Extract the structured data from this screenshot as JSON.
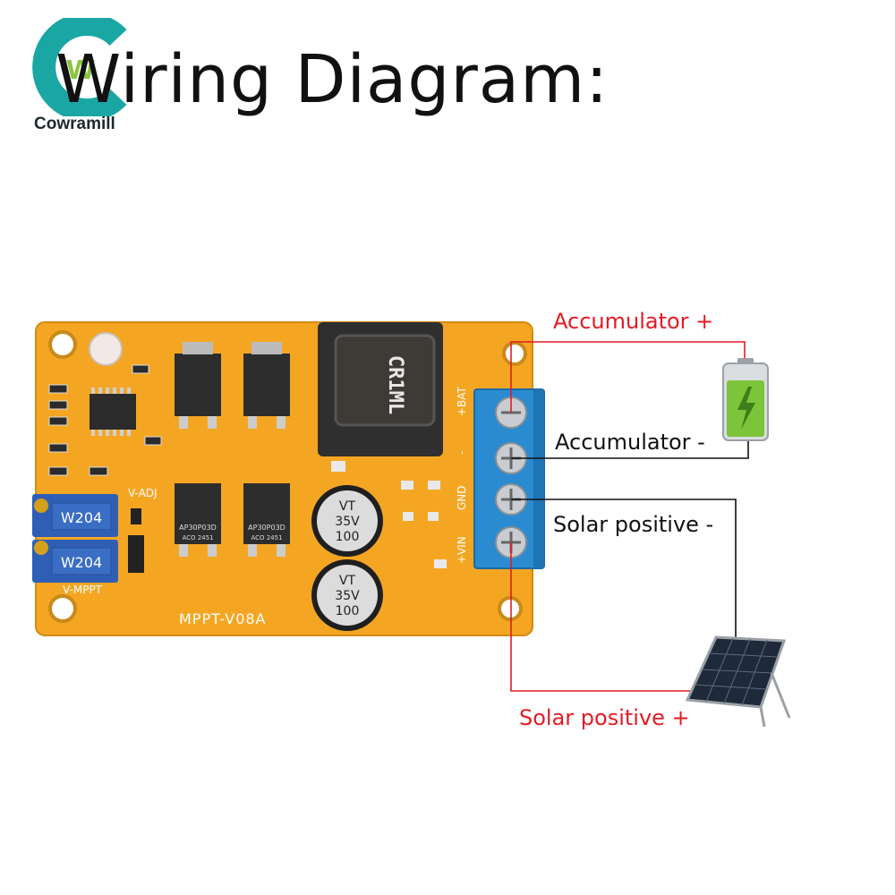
{
  "header": {
    "title": "Wiring Diagram:",
    "brand": "Cowramill",
    "logo_letter": "w"
  },
  "board": {
    "model": "MPPT-V08A",
    "pot_label": "W204",
    "v_adj": "V-ADJ",
    "v_mppt": "V-MPPT",
    "inductor_text": "CR1ML",
    "mosfet_text": "AP30P03D",
    "mosfet_code": "ACO 2451",
    "cap_text_1": "100",
    "cap_text_2": "35V",
    "cap_text_3": "VT"
  },
  "terminals": [
    "+BAT",
    "-",
    "GND",
    "+VIN"
  ],
  "labels": {
    "acc_pos": "Accumulator +",
    "acc_neg": "Accumulator -",
    "solar_neg": "Solar positive -",
    "solar_pos": "Solar positive +"
  },
  "colors": {
    "board": "#f4a623",
    "terminal": "#2a8bd1",
    "wire_red": "#e31b23",
    "wire_black": "#111111",
    "battery_green": "#7cc43a",
    "logo_teal": "#1aa7a3"
  }
}
